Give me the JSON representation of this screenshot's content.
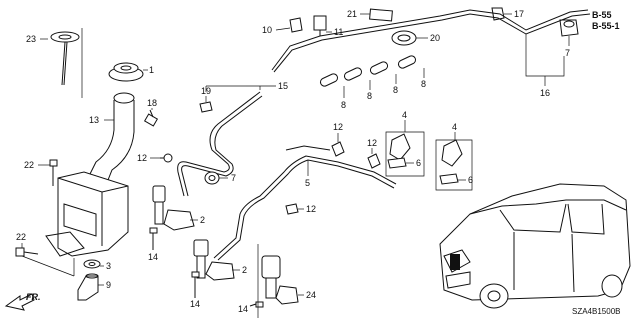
{
  "callouts": {
    "c1": "1",
    "c2a": "2",
    "c2b": "2",
    "c3": "3",
    "c4a": "4",
    "c4b": "4",
    "c5": "5",
    "c6a": "6",
    "c6b": "6",
    "c7a": "7",
    "c7b": "7",
    "c8a": "8",
    "c8b": "8",
    "c8c": "8",
    "c8d": "8",
    "c9": "9",
    "c10": "10",
    "c11": "11",
    "c12a": "12",
    "c12b": "12",
    "c12c": "12",
    "c12d": "12",
    "c13": "13",
    "c14a": "14",
    "c14b": "14",
    "c14c": "14",
    "c15": "15",
    "c16": "16",
    "c17": "17",
    "c18": "18",
    "c19": "19",
    "c20": "20",
    "c21": "21",
    "c22a": "22",
    "c22b": "22",
    "c23": "23",
    "c24": "24"
  },
  "refs": {
    "ref1": "B-55",
    "ref2": "B-55-1"
  },
  "diagram_code": "SZA4B1500B",
  "direction": "FR."
}
